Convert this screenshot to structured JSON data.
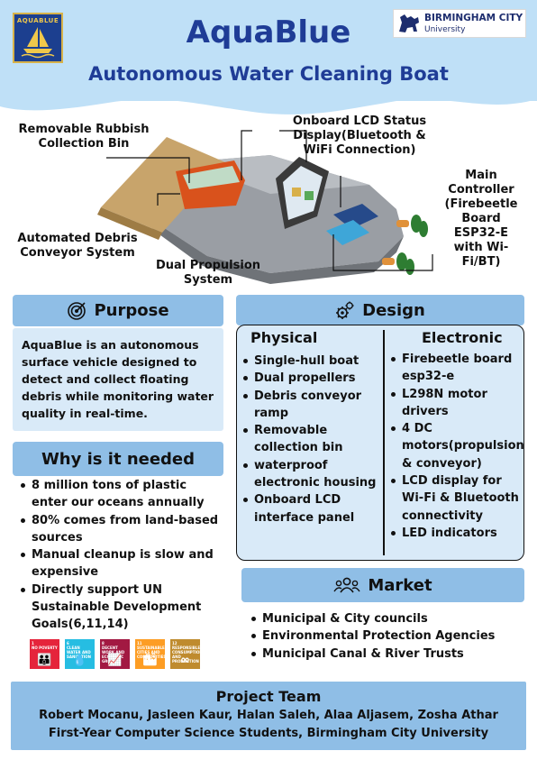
{
  "header": {
    "title": "AquaBlue",
    "subtitle": "Autonomous Water Cleaning Boat",
    "logo_text": "AQUABLUE",
    "university_line1": "BIRMINGHAM CITY",
    "university_line2": "University"
  },
  "callouts": {
    "bin": "Removable Rubbish Collection Bin",
    "lcd": "Onboard LCD Status Display(Bluetooth & WiFi Connection)",
    "controller": "Main Controller (Firebeetle Board ESP32-E with Wi-Fi/BT)",
    "conveyor": "Automated Debris Conveyor System",
    "propulsion": "Dual Propulsion System"
  },
  "purpose": {
    "heading": "Purpose",
    "text": "AquaBlue is an autonomous surface vehicle designed to detect and collect floating debris while monitoring water quality in real-time."
  },
  "why": {
    "heading": "Why is it needed",
    "items": [
      "8 million tons of plastic enter our oceans annually",
      "80% comes from land-based sources",
      "Manual cleanup is slow and expensive",
      "Directly support UN Sustainable Development Goals(6,11,14)"
    ]
  },
  "sdgs": [
    {
      "num": "1",
      "label": "NO POVERTY",
      "color": "#e5243b",
      "symbol": "👪"
    },
    {
      "num": "6",
      "label": "CLEAN WATER AND SANITATION",
      "color": "#26bde2",
      "symbol": "💧"
    },
    {
      "num": "8",
      "label": "DECENT WORK AND ECONOMIC GROWTH",
      "color": "#a21942",
      "symbol": "📈"
    },
    {
      "num": "11",
      "label": "SUSTAINABLE CITIES AND COMMUNITIES",
      "color": "#fd9d24",
      "symbol": "🏙"
    },
    {
      "num": "12",
      "label": "RESPONSIBLE CONSUMPTION AND PRODUCTION",
      "color": "#bf8b2e",
      "symbol": "∞"
    }
  ],
  "design": {
    "heading": "Design",
    "physical_title": "Physical",
    "physical": [
      "Single-hull boat",
      "Dual propellers",
      "Debris conveyor ramp",
      "Removable collection bin",
      "waterproof electronic housing",
      "Onboard LCD interface panel"
    ],
    "electronic_title": "Electronic",
    "electronic": [
      "Firebeetle board esp32-e",
      "L298N motor drivers",
      "4 DC motors(propulsion & conveyor)",
      "LCD display for Wi-Fi & Bluetooth connectivity",
      "LED indicators"
    ]
  },
  "market": {
    "heading": "Market",
    "items": [
      "Municipal & City councils",
      "Environmental Protection Agencies",
      "Municipal Canal & River Trusts"
    ]
  },
  "team": {
    "heading": "Project  Team",
    "members": "Robert Mocanu, Jasleen Kaur, Halan Saleh, Alaa Aljasem, Zosha Athar",
    "affiliation": "First-Year Computer Science Students, Birmingham City University"
  },
  "colors": {
    "title_blue": "#1f3c96",
    "header_bg": "#bfe0f7",
    "panel_head": "#8fbee6",
    "panel_body": "#d9eaf8"
  }
}
